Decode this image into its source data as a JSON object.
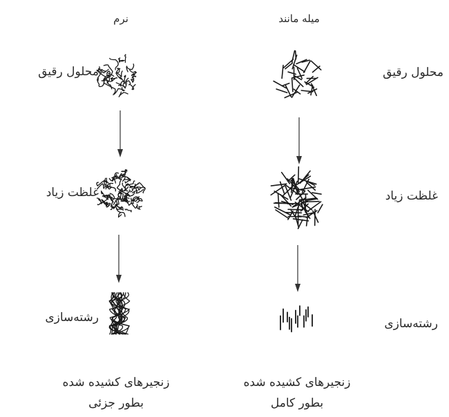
{
  "columns": {
    "flexible": {
      "header": "نرم",
      "stages": [
        {
          "label": "محلول رقیق"
        },
        {
          "label": "غلظت زیاد"
        },
        {
          "label": "رشته‌سازی"
        }
      ],
      "result": [
        "زنجیرهای کشیده شده",
        "بطور جزئی"
      ]
    },
    "rodlike": {
      "header": "میله مانند",
      "stages": [
        {
          "label": "محلول رقیق"
        },
        {
          "label": "غلظت زیاد"
        },
        {
          "label": "رشته‌سازی"
        }
      ],
      "result": [
        "زنجیرهای کشیده شده",
        "بطور کامل"
      ]
    }
  }
}
